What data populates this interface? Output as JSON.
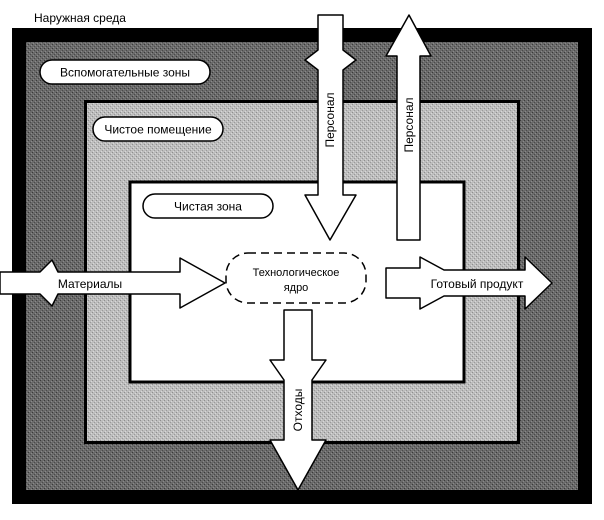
{
  "outer_environment_label": "Наружная среда",
  "zones": {
    "auxiliary": "Вспомогательные зоны",
    "cleanroom": "Чистое помещение",
    "clean_zone": "Чистая зона"
  },
  "core": {
    "line1": "Технологическое",
    "line2": "ядро"
  },
  "flows": {
    "personnel_in": "Персонал",
    "personnel_out": "Персонал",
    "materials": "Материалы",
    "waste": "Отходы",
    "product": "Готовый продукт"
  }
}
